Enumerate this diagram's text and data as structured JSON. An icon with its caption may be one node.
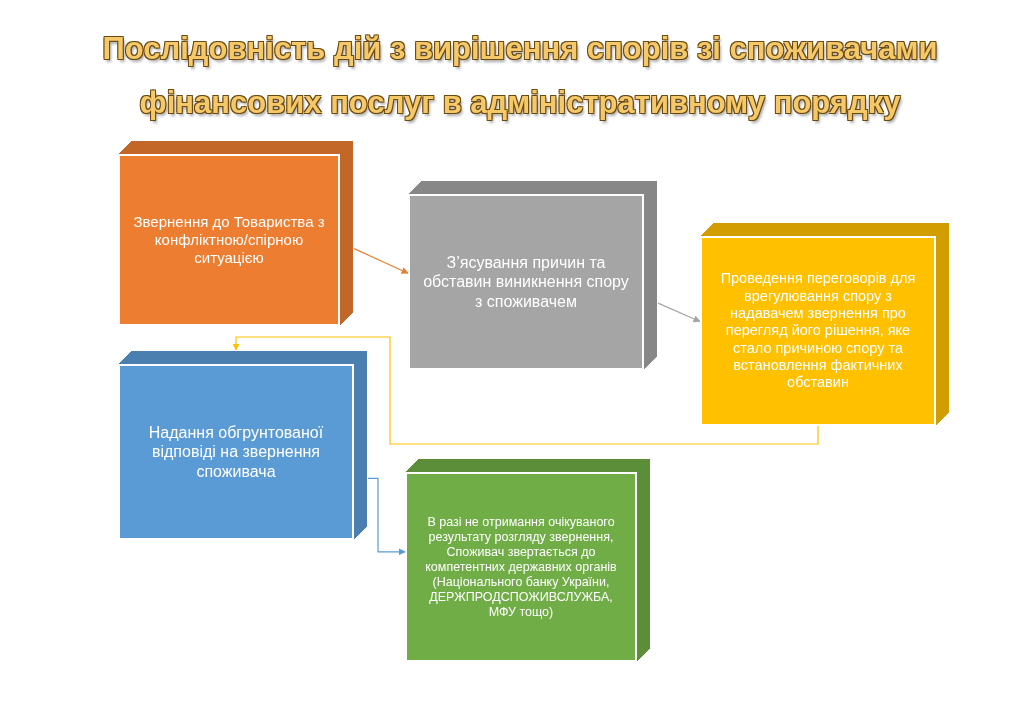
{
  "diagram": {
    "title": "Послідовність дій з вирішення спорів зі споживачами фінансових послуг в адміністративному порядку",
    "nodes": [
      {
        "text": [
          "Звернення до Товариства з конфліктною/спірною ситуацією"
        ]
      },
      {
        "text": [
          "З’ясування причин та обставин виникнення спору з споживачем"
        ]
      },
      {
        "text": [
          "Проведення переговорів для врегулювання спору з надавачем звернення про перегляд його рішення, яке стало причиною спору та встановлення фактичних обставин"
        ]
      },
      {
        "text": [
          "Надання обгрунтованої відповіді на звернення споживача"
        ]
      },
      {
        "text": [
          "В разі не отримання очікуваного результату розгляду звернення, Споживач звертається до компетентних державних органів (Національного банку України, ДЕРЖПРОДСПОЖИВСЛУЖБА, МФУ тощо)"
        ]
      }
    ],
    "edges": [
      {
        "from": 0,
        "to": 1,
        "arrow": "to",
        "color": "#ed7d31"
      },
      {
        "from": 1,
        "to": 2,
        "arrow": "to",
        "color": "#a5a5a5"
      },
      {
        "from": 2,
        "to": 3,
        "arrow": "to",
        "color": "#ffc000"
      },
      {
        "from": 3,
        "to": 4,
        "arrow": "to",
        "color": "#5b9bd5"
      }
    ]
  }
}
